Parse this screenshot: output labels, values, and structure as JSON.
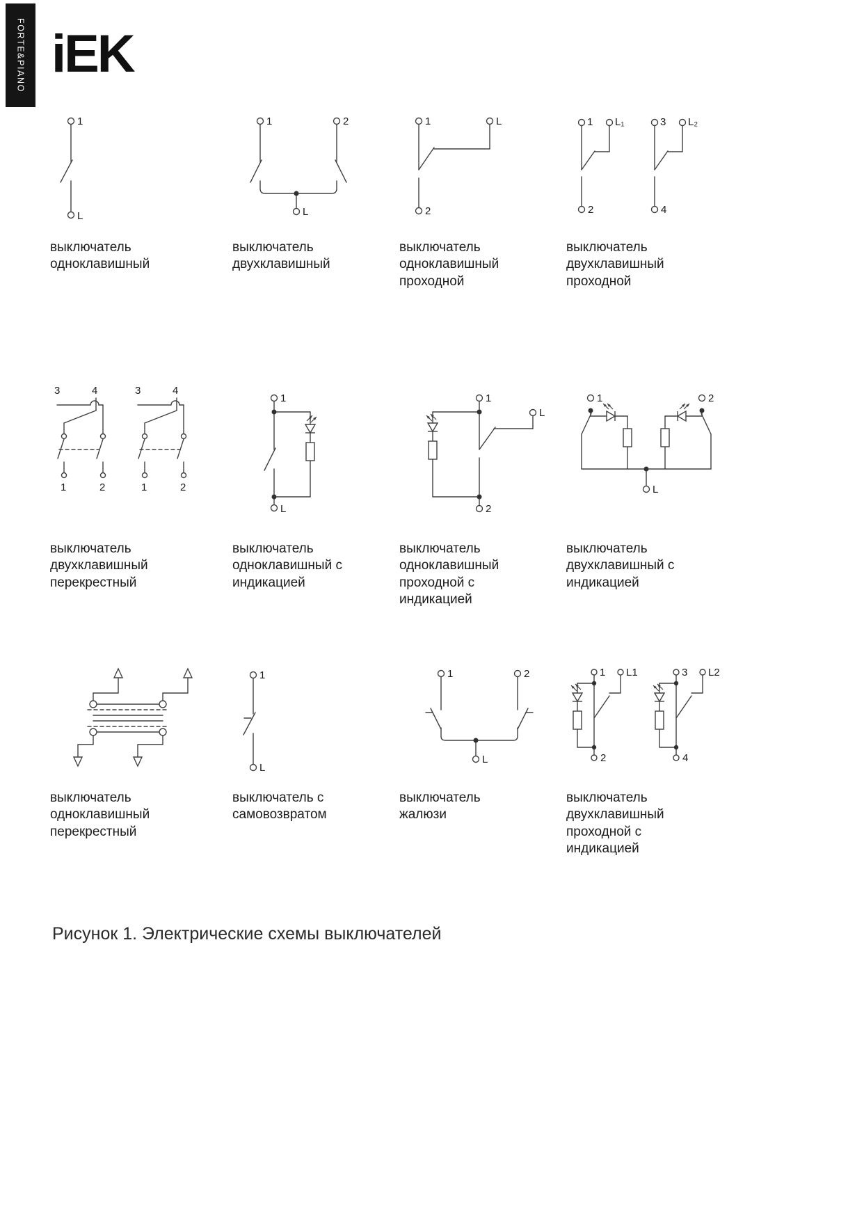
{
  "page": {
    "brand_vertical": "FORTE&PIANO",
    "logo": "iEK",
    "figure_caption": "Рисунок 1. Электрические схемы выключателей"
  },
  "diagrams": [
    {
      "caption": "выключатель одноклавишный",
      "terminals": [
        "1",
        "L"
      ]
    },
    {
      "caption": "выключатель двухклавишный",
      "terminals": [
        "1",
        "2",
        "L"
      ]
    },
    {
      "caption": "выключатель одноклавишный проходной",
      "terminals": [
        "1",
        "L",
        "2"
      ]
    },
    {
      "caption": "выключатель двухклавишный проходной",
      "terminals": [
        "1",
        "L₁",
        "3",
        "L₂",
        "2",
        "4"
      ]
    },
    {
      "caption": "выключатель двухклавишный перекрестный",
      "terminals": [
        "3",
        "4",
        "3",
        "4",
        "1",
        "2",
        "1",
        "2"
      ]
    },
    {
      "caption": "выключатель одноклавишный с индикацией",
      "terminals": [
        "1",
        "L"
      ]
    },
    {
      "caption": "выключатель одноклавишный проходной с индикацией",
      "terminals": [
        "1",
        "L",
        "2"
      ]
    },
    {
      "caption": "выключатель двухклавишный с индикацией",
      "terminals": [
        "1",
        "2",
        "L"
      ]
    },
    {
      "caption": "выключатель одноклавишный перекрестный",
      "terminals": []
    },
    {
      "caption": "выключатель с самовозвратом",
      "terminals": [
        "1",
        "L"
      ]
    },
    {
      "caption": "выключатель жалюзи",
      "terminals": [
        "1",
        "2",
        "L"
      ]
    },
    {
      "caption": "выключатель двухклавишный проходной с индикацией",
      "terminals": [
        "1",
        "L1",
        "3",
        "L2",
        "2",
        "4"
      ]
    }
  ]
}
